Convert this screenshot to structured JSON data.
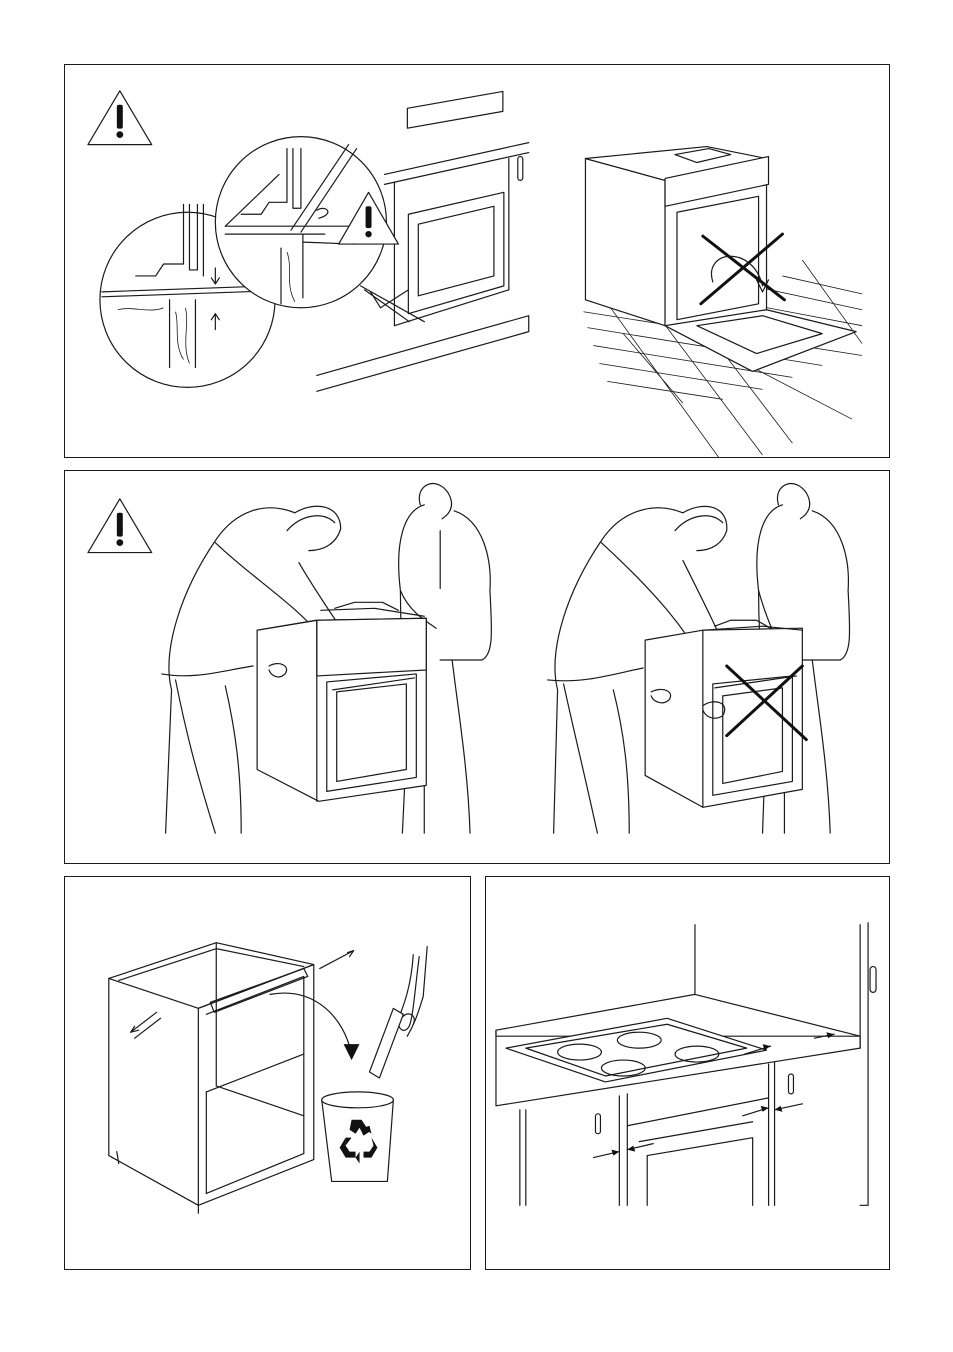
{
  "document": {
    "panels": [
      {
        "name": "panel-installation-clearance",
        "icons": [
          "warning-icon",
          "magnifier-detail-icon",
          "cross-mark-icon"
        ]
      },
      {
        "name": "panel-lifting-oven",
        "icons": [
          "warning-icon",
          "cross-mark-icon"
        ]
      },
      {
        "name": "panel-cabinet-preparation",
        "icons": [
          "recycle-icon",
          "arrow-icon"
        ]
      },
      {
        "name": "panel-hob-clearance",
        "icons": [
          "dimension-arrow-icon"
        ]
      }
    ],
    "colors": {
      "line": "#1a1a1a",
      "background": "#ffffff"
    }
  }
}
